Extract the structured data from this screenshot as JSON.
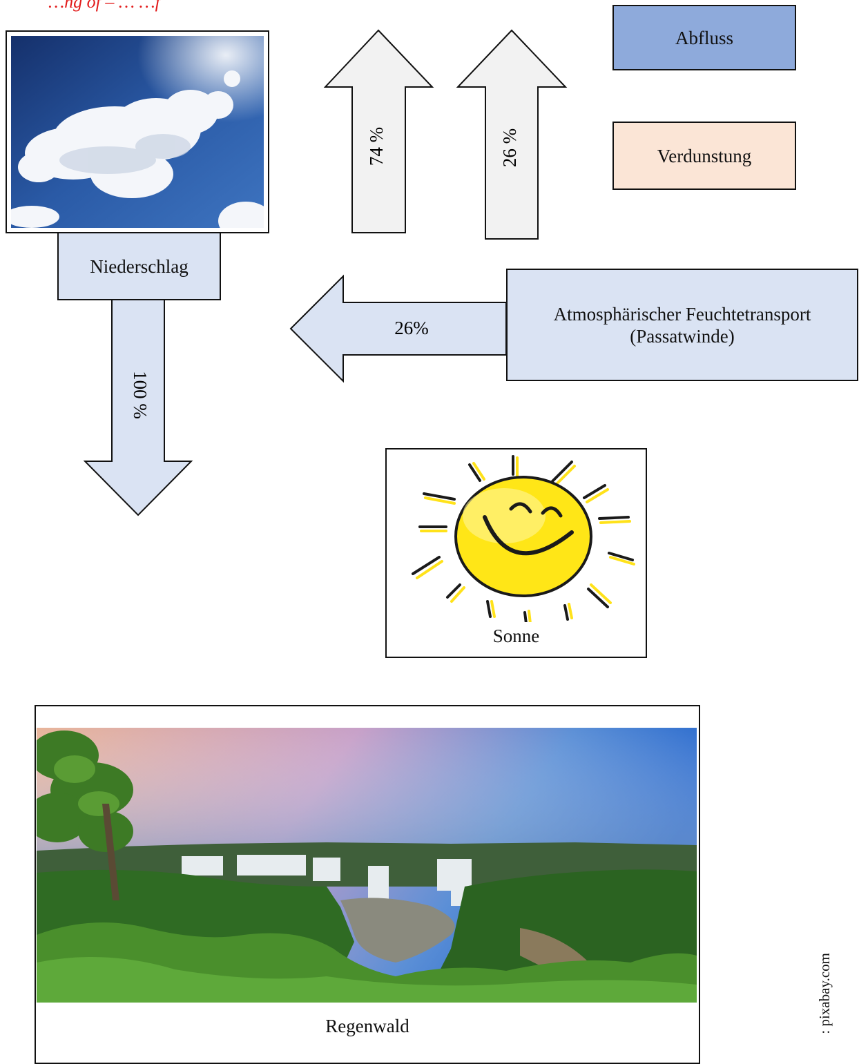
{
  "header": {
    "note": "…ng of – … …f"
  },
  "boxes": {
    "abfluss": "Abfluss",
    "verdunstung": "Verdunstung",
    "niederschlag": "Niederschlag",
    "atmos_line1": "Atmosphärischer Feuchtetransport",
    "atmos_line2": "(Passatwinde)"
  },
  "arrows": {
    "up_left": "74 %",
    "up_right": "26 %",
    "left": "26%",
    "down": "100 %"
  },
  "images": {
    "sun_label": "Sonne",
    "forest_label": "Regenwald",
    "credit": ": pixabay.com"
  },
  "colors": {
    "abfluss": "#8eaadb",
    "verdunstung": "#fbe5d6",
    "light_blue": "#dae3f3",
    "arrow_up": "#f2f2f2",
    "note_red": "#e21b1b"
  }
}
